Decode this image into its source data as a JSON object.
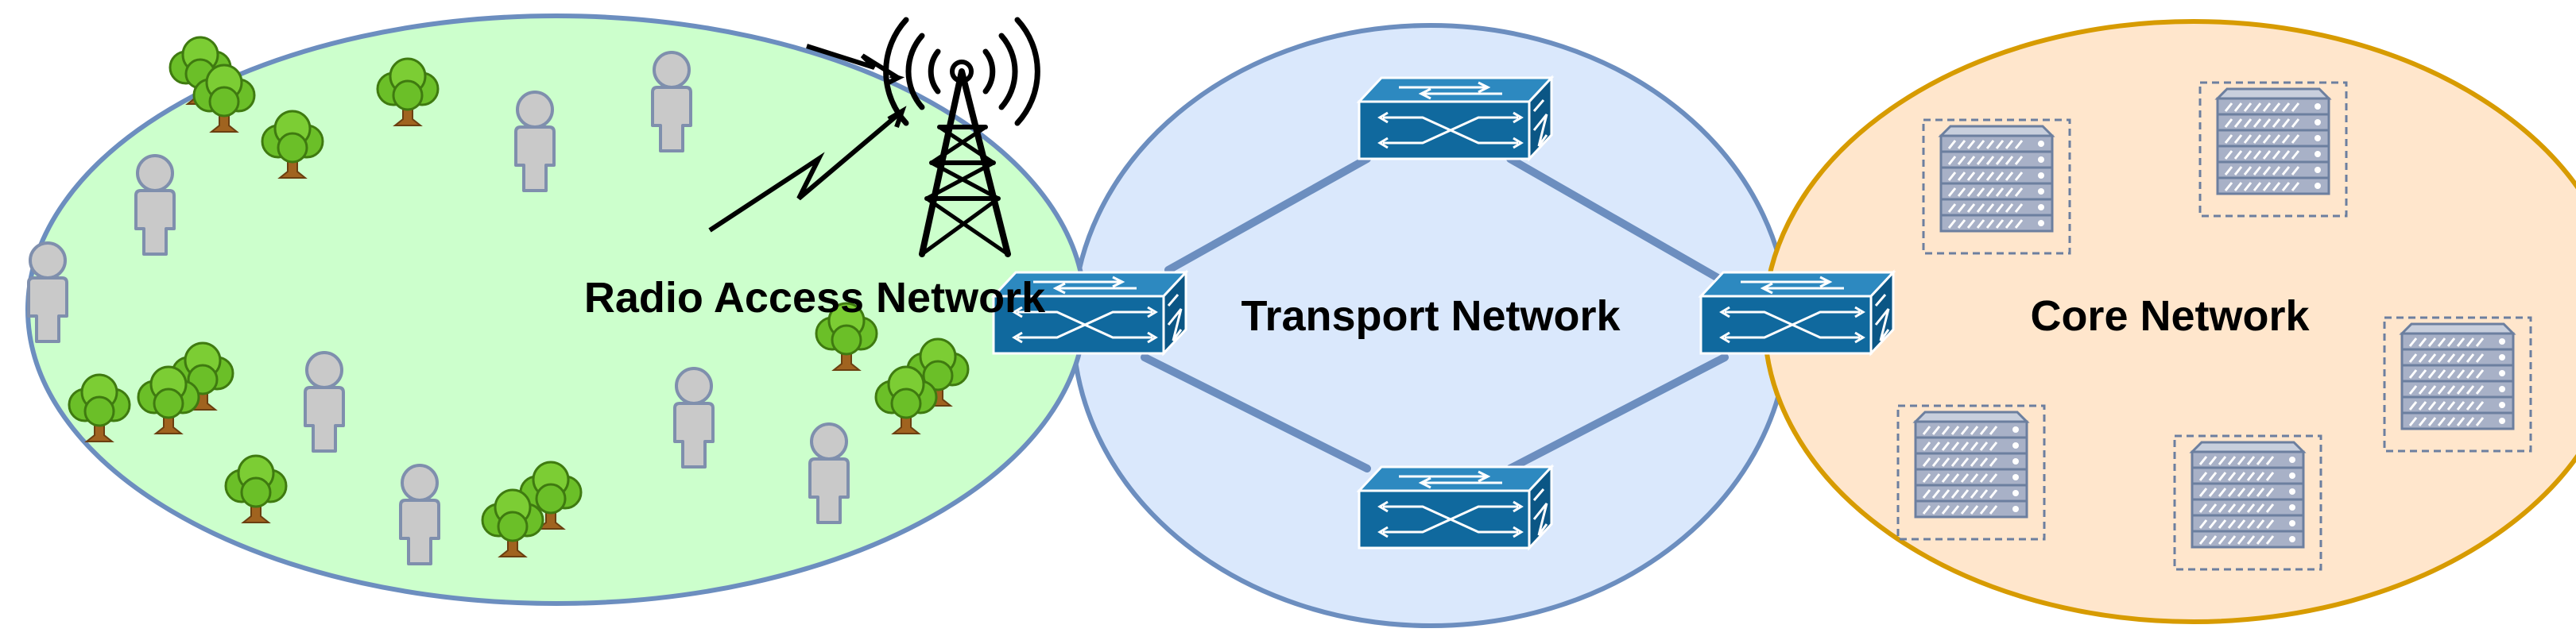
{
  "labels": {
    "ran": "Radio Access Network",
    "transport": "Transport Network",
    "core": "Core Network"
  },
  "colors": {
    "ran_fill": "#ccffcc",
    "transport_fill": "#dae8fc",
    "core_fill": "#ffe6cc",
    "blue_stroke": "#6c8ebf",
    "core_stroke": "#d79b00",
    "switch_blue": "#10699e",
    "person_gray": "#c9c9c9",
    "tree_green": "#6bbf28",
    "server_gray": "#a8b1c7"
  },
  "icons": {
    "user": "person-icon",
    "tree": "tree-icon",
    "tower": "cell-tower-icon",
    "switch": "switch-icon",
    "server": "server-rack-icon"
  }
}
